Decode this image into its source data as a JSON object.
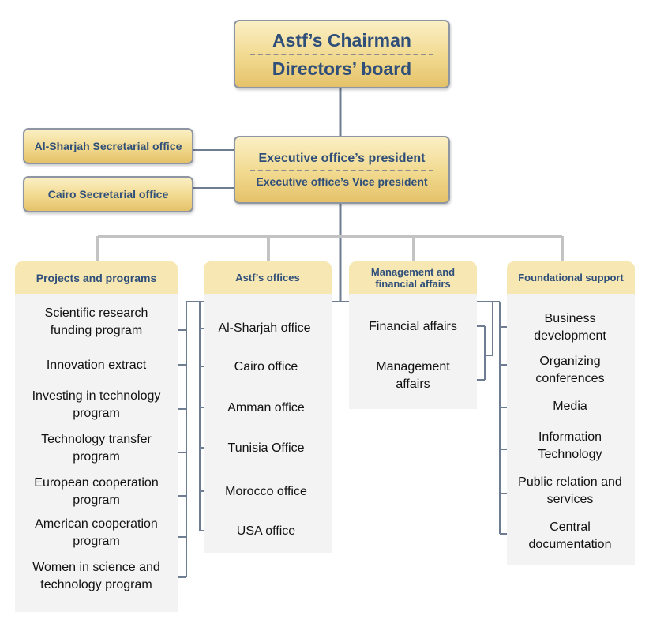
{
  "chairman": {
    "line1": "Astf’s Chairman",
    "line2": "Directors’ board"
  },
  "executive": {
    "line1": "Executive office’s president",
    "line2": "Executive office’s Vice president"
  },
  "secretarial": [
    {
      "label": "Al-Sharjah Secretarial office"
    },
    {
      "label": "Cairo Secretarial office"
    }
  ],
  "departments": [
    {
      "title": "Projects and programs",
      "items": [
        "Scientific research funding program",
        "Innovation extract",
        "Investing in technology program",
        "Technology transfer program",
        "European cooperation program",
        "American cooperation program",
        "Women in science and technology program"
      ]
    },
    {
      "title": "Astf’s offices",
      "items": [
        "Al-Sharjah office",
        "Cairo office",
        "Amman office",
        "Tunisia Office",
        "Morocco office",
        "USA office"
      ]
    },
    {
      "title": "Management and financial affairs",
      "items": [
        "Financial affairs",
        "Management affairs"
      ]
    },
    {
      "title": "Foundational support",
      "items": [
        "Business development",
        "Organizing conferences",
        "Media",
        "Information Technology",
        "Public relation and services",
        "Central documentation"
      ]
    }
  ],
  "colors": {
    "connector": "#6f7d92",
    "branch": "#c3c3c3",
    "box_border": "#8e96a3",
    "title_text": "#2f4f7a",
    "header_bg": "#f6e7b3",
    "panel_bg": "#f3f3f3"
  }
}
